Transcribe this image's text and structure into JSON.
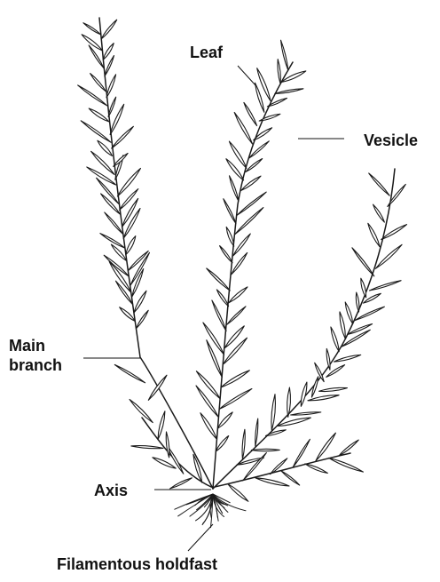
{
  "labels": {
    "leaf": "Leaf",
    "vesicle": "Vesicle",
    "main_branch_line1": "Main",
    "main_branch_line2": "branch",
    "axis": "Axis",
    "holdfast": "Filamentous holdfast"
  },
  "colors": {
    "ink": "#1a1a1a",
    "background": "#ffffff"
  }
}
